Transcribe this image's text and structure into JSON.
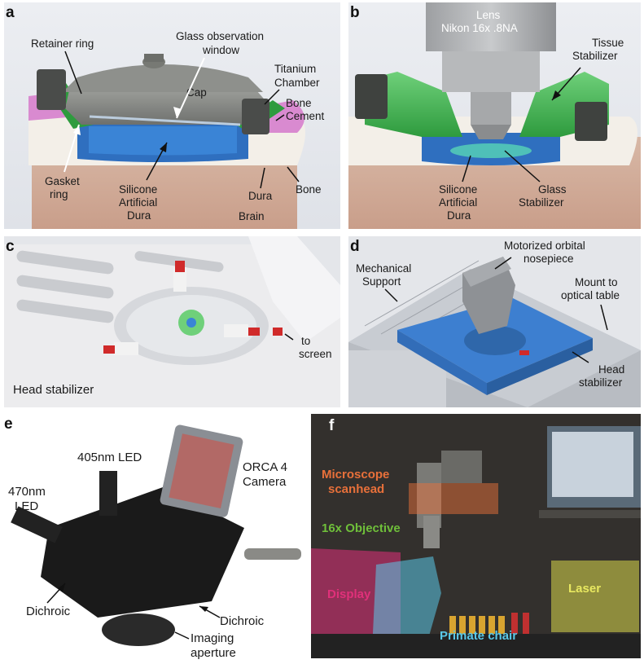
{
  "panel_letters": {
    "a": "a",
    "b": "b",
    "c": "c",
    "d": "d",
    "e": "e",
    "f": "f"
  },
  "panel_a": {
    "retainer_ring": "Retainer ring",
    "glass_window_1": "Glass observation",
    "glass_window_2": "window",
    "cap": "Cap",
    "titanium_1": "Titanium",
    "titanium_2": "Chamber",
    "bone_cement_1": "Bone",
    "bone_cement_2": "Cement",
    "gasket_1": "Gasket",
    "gasket_2": "ring",
    "silicone_1": "Silicone",
    "silicone_2": "Artificial",
    "silicone_3": "Dura",
    "dura": "Dura",
    "bone": "Bone",
    "brain": "Brain"
  },
  "panel_b": {
    "lens_1": "Lens",
    "lens_2": "Nikon 16x .8NA",
    "tissue_1": "Tissue",
    "tissue_2": "Stabilizer",
    "silicone_1": "Silicone",
    "silicone_2": "Artificial",
    "silicone_3": "Dura",
    "glass_1": "Glass",
    "glass_2": "Stabilizer"
  },
  "panel_c": {
    "to_screen_1": "to",
    "to_screen_2": "screen",
    "head_stabilizer": "Head stabilizer"
  },
  "panel_d": {
    "motorized_1": "Motorized orbital",
    "motorized_2": "nosepiece",
    "mechanical_1": "Mechanical",
    "mechanical_2": "Support",
    "mount_1": "Mount to",
    "mount_2": "optical table",
    "head_1": "Head",
    "head_2": "stabilizer"
  },
  "panel_e": {
    "led405": "405nm LED",
    "orca_1": "ORCA 4",
    "orca_2": "Camera",
    "led470_1": "470nm",
    "led470_2": "LED",
    "dichroic_left": "Dichroic",
    "dichroic_right": "Dichroic",
    "aperture_1": "Imaging",
    "aperture_2": "aperture"
  },
  "panel_f": {
    "microscope_1": "Microscope",
    "microscope_2": "scanhead",
    "objective": "16x Objective",
    "display": "Display",
    "laser": "Laser",
    "chair": "Primate chair"
  },
  "colors": {
    "green_part": "#2e9b3e",
    "blue_dura": "#2f6fbf",
    "pink_cement": "#d98ad0",
    "microscope_overlay": "#e8703a",
    "objective_text": "#6fbf3a",
    "display_overlay": "#e0307a",
    "laser_overlay": "#d8d84a",
    "chair_overlay": "#5ac8e8"
  }
}
